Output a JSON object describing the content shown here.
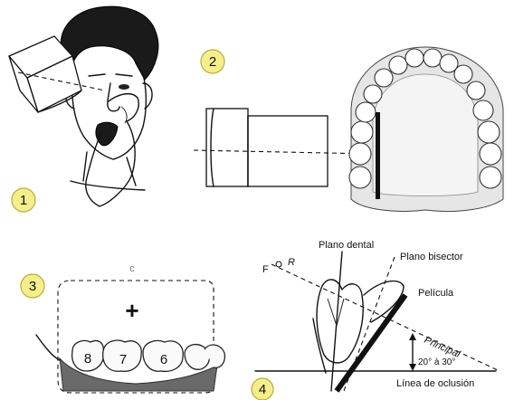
{
  "panels": [
    {
      "step": "1"
    },
    {
      "step": "2"
    },
    {
      "step": "3",
      "teeth": [
        "8",
        "7",
        "6"
      ],
      "mark": "+"
    },
    {
      "step": "4",
      "labels": {
        "plano_dental": "Plano dental",
        "plano_bisector": "Plano bisector",
        "pelicula": "Película",
        "principal": "Principal",
        "angle": "20° à 30°",
        "linea": "Línea de oclusión",
        "f": "F",
        "r": "R"
      }
    }
  ],
  "colors": {
    "badge_fill": "#f4ef8c",
    "badge_stroke": "#b8ae2e",
    "ink": "#111111",
    "gum": "#6a6a6a"
  }
}
